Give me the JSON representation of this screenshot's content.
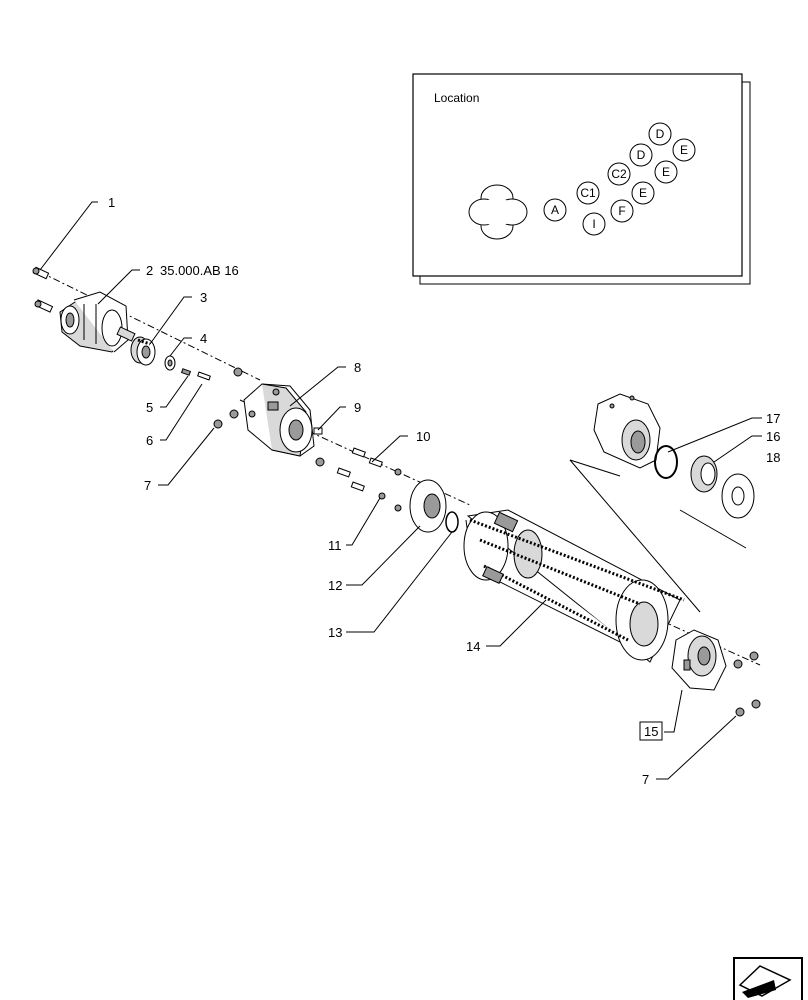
{
  "location_panel": {
    "title": "Location",
    "markers": [
      "A",
      "C1",
      "I",
      "F",
      "C2",
      "D",
      "E",
      "E",
      "D",
      "E"
    ]
  },
  "callouts": {
    "c1": "1",
    "c2": "2",
    "c2_ref": "35.000.AB 16",
    "c3": "3",
    "c4": "4",
    "c5": "5",
    "c6": "6",
    "c7a": "7",
    "c8": "8",
    "c9": "9",
    "c10": "10",
    "c11": "11",
    "c12": "12",
    "c13": "13",
    "c14": "14",
    "c15": "15",
    "c7b": "7",
    "c16": "16",
    "c17": "17",
    "c18": "18"
  },
  "nav": {
    "icon": "arrow-back-icon"
  }
}
